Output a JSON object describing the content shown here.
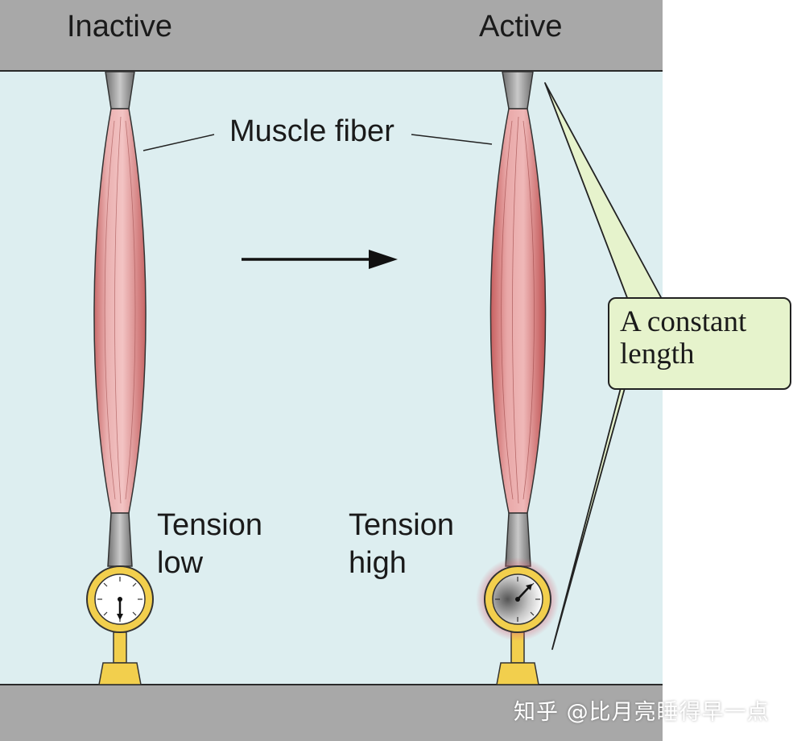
{
  "panels": {
    "inactive": {
      "title": "Inactive",
      "tension_label": [
        "Tension",
        "low"
      ]
    },
    "active": {
      "title": "Active",
      "tension_label": [
        "Tension",
        "high"
      ]
    }
  },
  "fiber_label": "Muscle fiber",
  "callout": {
    "text": "A constant length"
  },
  "watermark": "知乎 @比月亮睡得早一点",
  "colors": {
    "frame": "#a8a8a8",
    "fluid": "#ddeef0",
    "muscle": "#e8a2a2",
    "tendon": "#9c9c9c",
    "gauge_ring": "#f2cf4d",
    "callout_fill": "#e6f3cc",
    "active_glow": "#d96a7a"
  },
  "gauge_needles": {
    "inactive": "down",
    "active": "up-right"
  }
}
